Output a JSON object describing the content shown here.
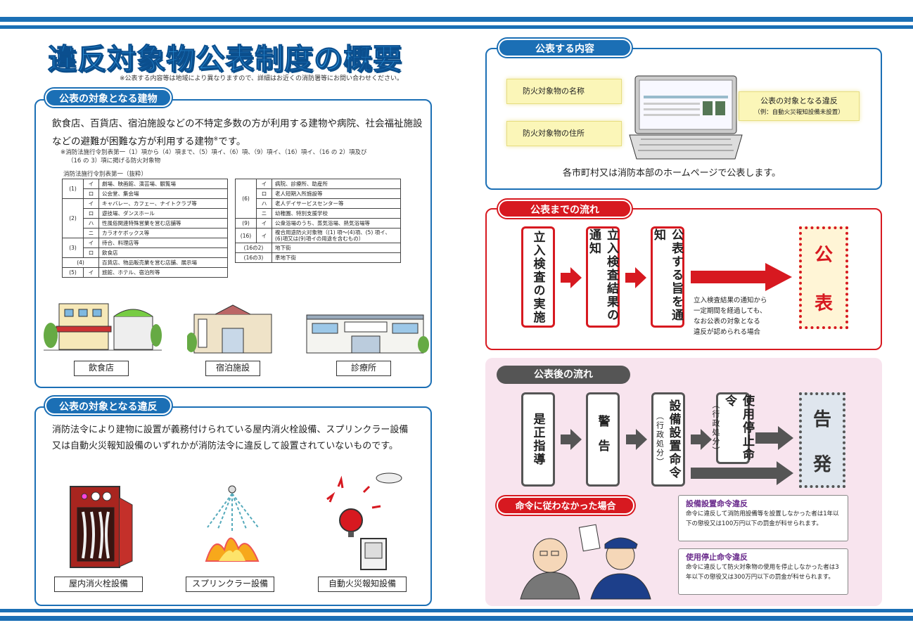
{
  "title": "違反対象物公表制度の概要",
  "title_note": "※公表する内容等は地域により異なりますので、詳細はお近くの消防署等にお問い合わせください。",
  "section1": {
    "label": "公表の対象となる建物",
    "text": "飲食店、百貨店、宿泊施設などの不特定多数の方が利用する建物や病院、社会福祉施設などの避難が困難な方が利用する建物",
    "text_mark": "※",
    "text_end": "です。",
    "footnote1": "※消防法施行令別表第一（1）項から（4）項まで、（5）項イ、（6）項、（9）項イ、（16）項イ、（16 の 2）項及び",
    "footnote2": "（16 の 3）項に掲げる防火対象物",
    "table_title": "消防法施行令別表第一（抜粋）",
    "table_left": [
      [
        "(1)",
        "イ",
        "劇場、映画館、演芸場、観覧場"
      ],
      [
        "",
        "ロ",
        "公会堂、集会場"
      ],
      [
        "(2)",
        "イ",
        "キャバレー、カフェー、ナイトクラブ等"
      ],
      [
        "",
        "ロ",
        "遊技場、ダンスホール"
      ],
      [
        "",
        "ハ",
        "性風俗関連特殊営業を営む店舗等"
      ],
      [
        "",
        "ニ",
        "カラオケボックス等"
      ],
      [
        "(3)",
        "イ",
        "待合、料理店等"
      ],
      [
        "",
        "ロ",
        "飲食店"
      ],
      [
        "(4)",
        "",
        "百貨店、物品販売業を営む店舗、展示場"
      ],
      [
        "(5)",
        "イ",
        "旅館、ホテル、宿泊所等"
      ]
    ],
    "table_right": [
      [
        "(6)",
        "イ",
        "病院、診療所、助産所"
      ],
      [
        "",
        "ロ",
        "老人短期入所施設等"
      ],
      [
        "",
        "ハ",
        "老人デイサービスセンター等"
      ],
      [
        "",
        "ニ",
        "幼稚園、特別支援学校"
      ],
      [
        "(9)",
        "イ",
        "公衆浴場のうち、蒸気浴場、熱気浴場等"
      ],
      [
        "(16)",
        "イ",
        "複合用途防火対象物（(1) 項〜(4)項、(5) 項イ、(6)項又は(9)項イの用途を含むもの）"
      ],
      [
        "(16の2)",
        "",
        "地下街"
      ],
      [
        "(16の3)",
        "",
        "準地下街"
      ]
    ],
    "captions": [
      "飲食店",
      "宿泊施設",
      "診療所"
    ]
  },
  "section2": {
    "label": "公表の対象となる違反",
    "text1": "消防法令により建物に設置が義務付けられている屋内消火栓設備、スプリンクラー設備",
    "text2": "又は自動火災報知設備のいずれかが消防法令に違反して設置されていないものです。",
    "captions": [
      "屋内消火栓設備",
      "スプリンクラー設備",
      "自動火災報知設備"
    ]
  },
  "section3": {
    "label": "公表する内容",
    "item_name": "防火対象物の名称",
    "item_address": "防火対象物の住所",
    "item_violation": "公表の対象となる違反",
    "item_violation_example": "（例：自動火災報知設備未設置）",
    "text": "各市町村又は消防本部のホームページで公表します。"
  },
  "section4": {
    "label": "公表までの流れ",
    "steps": [
      "立入検査の実施",
      "立入検査結果の通知",
      "公表する旨を通知"
    ],
    "final": [
      "公",
      "表"
    ],
    "note": [
      "立入検査結果の通知から",
      "一定期間を経過しても、",
      "なお公表の対象となる",
      "違反が認められる場合"
    ]
  },
  "section5": {
    "label": "公表後の流れ",
    "steps": [
      "是正指導",
      "警告"
    ],
    "step3_main": "設備設置命令",
    "step3_sub": "（行政処分）",
    "step4_main": "使用停止命令",
    "step4_sub": "（行政処分）",
    "final": [
      "告",
      "発"
    ],
    "sub_label": "命令に従わなかった場合",
    "penalty1_title": "設備設置命令違反",
    "penalty1_text": "命令に違反して消防用設備等を設置しなかった者は1年以下の懲役又は100万円以下の罰金が科せられます。",
    "penalty2_title": "使用停止命令違反",
    "penalty2_text": "命令に違反して防火対象物の使用を停止しなかった者は3年以下の懲役又は300万円以下の罰金が科せられます。"
  },
  "colors": {
    "blue": "#1b6fb5",
    "red": "#d71920",
    "pink": "#f8e4ee",
    "gray": "#555555"
  }
}
